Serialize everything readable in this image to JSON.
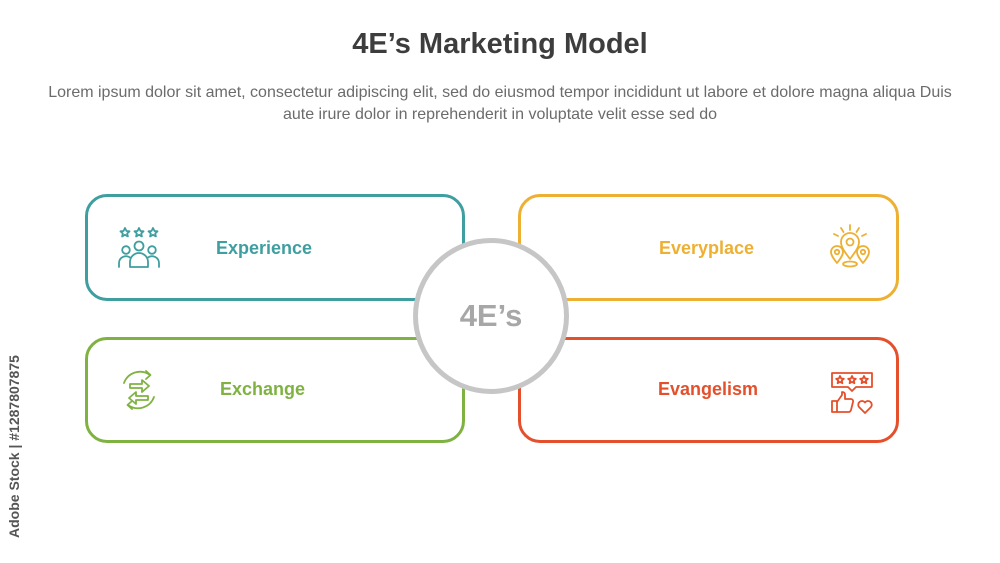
{
  "title": "4E’s Marketing Model",
  "description": "Lorem ipsum dolor sit amet, consectetur adipiscing elit, sed do eiusmod tempor incididunt ut labore et dolore magna aliqua Duis aute irure dolor in reprehenderit in voluptate velit esse sed do",
  "center_label": "4E’s",
  "items": [
    {
      "label": "Experience",
      "color": "#3f9ea0",
      "icon": "people-rating-icon"
    },
    {
      "label": "Everyplace",
      "color": "#eeb033",
      "icon": "location-pins-icon"
    },
    {
      "label": "Exchange",
      "color": "#7fb241",
      "icon": "exchange-arrows-icon"
    },
    {
      "label": "Evangelism",
      "color": "#e4502c",
      "icon": "review-like-heart-icon"
    }
  ],
  "watermark": "Adobe Stock | #1287807875"
}
